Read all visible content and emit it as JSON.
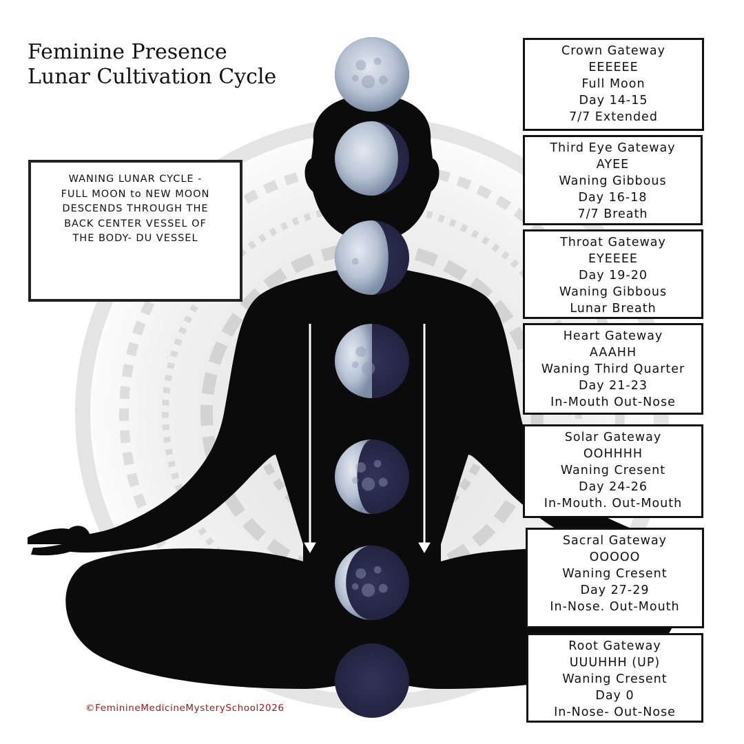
{
  "title": {
    "line1": "Feminine Presence",
    "line2": "Lunar Cultivation Cycle"
  },
  "waning_box": {
    "lines": [
      "WANING LUNAR CYCLE -",
      "FULL MOON to NEW MOON",
      "DESCENDS THROUGH THE",
      "BACK CENTER VESSEL OF",
      "THE BODY- DU VESSEL"
    ],
    "moon_phases": [
      1.0,
      0.5,
      0.0
    ]
  },
  "gateways": [
    {
      "lines": [
        "Crown Gateway",
        "EEEEEE",
        "Full Moon",
        "Day 14-15",
        "7/7 Extended"
      ]
    },
    {
      "lines": [
        "Third Eye Gateway",
        "AYEE",
        "Waning Gibbous",
        "Day 16-18",
        "7/7 Breath"
      ]
    },
    {
      "lines": [
        "Throat Gateway",
        "EYEEEE",
        "Day 19-20",
        "Waning Gibbous",
        "Lunar Breath"
      ]
    },
    {
      "lines": [
        "Heart Gateway",
        "AAAHH",
        "Waning Third Quarter",
        "Day 21-23",
        "In-Mouth Out-Nose"
      ]
    },
    {
      "lines": [
        "Solar Gateway",
        "OOHHHH",
        "Waning Cresent",
        "Day 24-26",
        "In-Mouth. Out-Mouth"
      ]
    },
    {
      "lines": [
        "Sacral Gateway",
        "OOOOO",
        "Waning Cresent",
        "Day 27-29",
        "In-Nose. Out-Mouth"
      ]
    },
    {
      "lines": [
        "Root Gateway",
        "UUUHHH (UP)",
        "Waning Cresent",
        "Day 0",
        "In-Nose- Out-Nose"
      ]
    }
  ],
  "spine_moon_phases": [
    1.0,
    0.85,
    0.72,
    0.5,
    0.3,
    0.15,
    0.0
  ],
  "copyright": "©FeminineMedicineMysterySchool2026",
  "colors": {
    "silhouette": "#0b0b0b",
    "moon_light": "#c7d0de",
    "moon_dark": "#2a2a4d",
    "copyright": "#a11a1a",
    "box_border": "#111111"
  }
}
